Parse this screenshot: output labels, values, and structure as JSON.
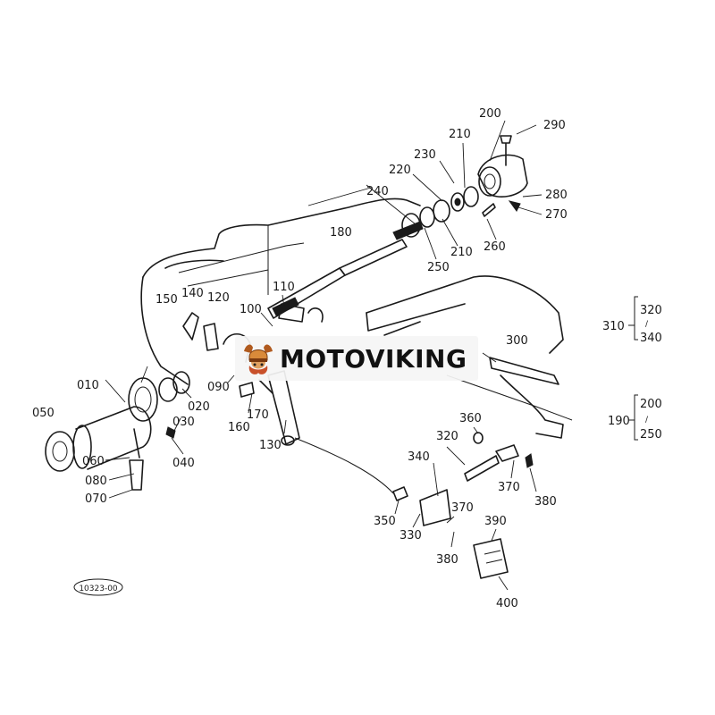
{
  "watermark": {
    "text": "MOTOVIKING",
    "logo_icon": "viking-helmet-icon"
  },
  "reference_code": "10323-00",
  "part_labels": {
    "p010": "010",
    "p020": "020",
    "p030": "030",
    "p040": "040",
    "p050": "050",
    "p060": "060",
    "p070": "070",
    "p080": "080",
    "p090": "090",
    "p100": "100",
    "p110": "110",
    "p120": "120",
    "p130": "130",
    "p140": "140",
    "p150": "150",
    "p160": "160",
    "p170": "170",
    "p180": "180",
    "p200": "200",
    "p210a": "210",
    "p210b": "210",
    "p220": "220",
    "p230": "230",
    "p240": "240",
    "p250": "250",
    "p260": "260",
    "p270": "270",
    "p280": "280",
    "p290": "290",
    "p300": "300",
    "p320": "320",
    "p330": "330",
    "p340": "340",
    "p350": "350",
    "p360": "360",
    "p370a": "370",
    "p370b": "370",
    "p380a": "380",
    "p380b": "380",
    "p390": "390",
    "p400": "400"
  },
  "groups": {
    "g310": {
      "parent": "310",
      "top": "320",
      "range_mark": "∕",
      "bottom": "340"
    },
    "g190": {
      "parent": "190",
      "top": "200",
      "range_mark": "∕",
      "bottom": "250"
    }
  }
}
